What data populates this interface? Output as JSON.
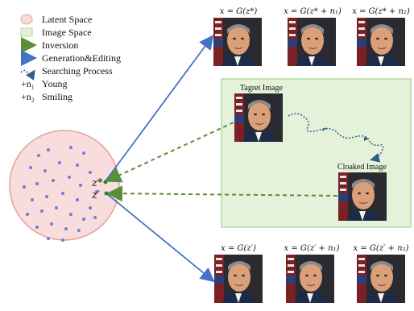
{
  "legend": {
    "latent_space": "Latent Space",
    "image_space": "Image Space",
    "inversion": "Inversion",
    "generation_editing": "Generation&Editing",
    "searching_process": "Searching Process",
    "n1_symbol": "+n₁",
    "n1_label": "Young",
    "n2_symbol": "+n₂",
    "n2_label": "Smiling"
  },
  "top_row_labels": [
    "x = G(z*)",
    "x = G(z* + n₁)",
    "x = G(z* + n₂)"
  ],
  "bottom_row_labels": [
    "x = G(z′)",
    "x = G(z′ + n₁)",
    "x = G(z′ + n₂)"
  ],
  "image_space_panel": {
    "target_label": "Tagret Image",
    "cloaked_label": "Cloaked Image"
  },
  "latent_points": {
    "z_star": "z*",
    "z_prime": "z′"
  },
  "colors": {
    "latent_fill": "#f9dcdc",
    "latent_stroke": "#e3a0a0",
    "image_space_fill": "#e4f2d9",
    "image_space_stroke": "#b6d7a0",
    "inversion_arrow": "#5a8f3a",
    "generation_arrow": "#4472c4",
    "search_arrow": "#2f5d8a",
    "latent_dots": "#6b7fd6"
  },
  "icons": {
    "portrait": "face-photo-icon",
    "latent_dot": "dot-icon"
  }
}
